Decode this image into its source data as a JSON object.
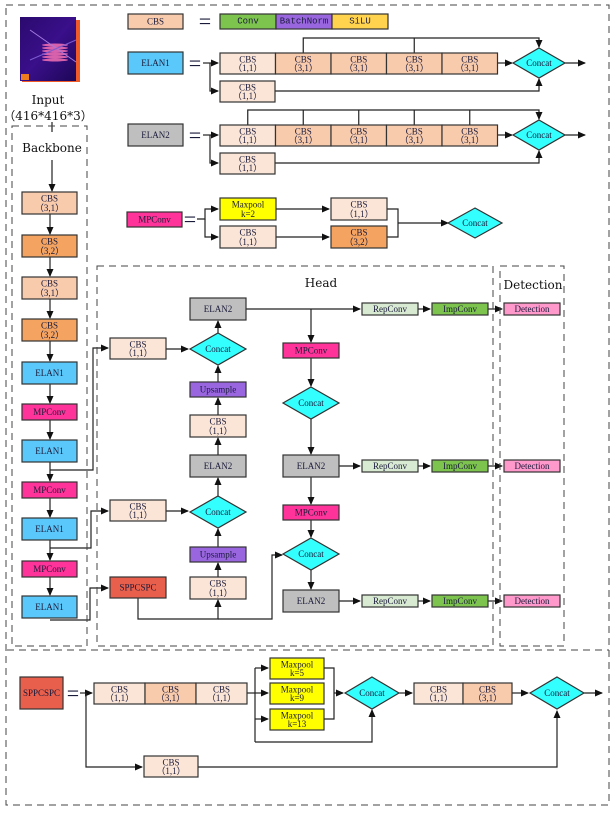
{
  "input": {
    "label": "Input",
    "shape": "（416*416*3）"
  },
  "sections": {
    "backbone": "Backbone",
    "head": "Head",
    "detection": "Detection"
  },
  "colors": {
    "cbs_light": "#fbe5d6",
    "cbs_mid": "#f8cbad",
    "cbs_orange": "#f4a460",
    "conv": "#7dc44e",
    "batchnorm": "#9966e0",
    "silu": "#ffd34d",
    "elan1": "#5ac8fa",
    "elan2": "#bfbfbf",
    "mpconv": "#ff3399",
    "maxpool": "#ffff00",
    "concat": "#33ffff",
    "upsample": "#9966e0",
    "sppcspc": "#e8604c",
    "repconv": "#d9ead3",
    "impconv": "#7dc44e",
    "detection": "#ff99cc"
  },
  "legend": {
    "cbs": {
      "label": "CBS",
      "equals": "=",
      "parts": [
        "Conv",
        "BatchNorm",
        "SiLU"
      ]
    },
    "elan1": {
      "label": "ELAN1",
      "equals": "=",
      "chain": [
        [
          "CBS",
          "（1,1）"
        ],
        [
          "CBS",
          "（3,1）"
        ],
        [
          "CBS",
          "（3,1）"
        ],
        [
          "CBS",
          "（3,1）"
        ],
        [
          "CBS",
          "（3,1）"
        ]
      ],
      "branch": [
        "CBS",
        "（1,1）"
      ],
      "concat": "Concat"
    },
    "elan2": {
      "label": "ELAN2",
      "equals": "=",
      "chain": [
        [
          "CBS",
          "（1,1）"
        ],
        [
          "CBS",
          "（3,1）"
        ],
        [
          "CBS",
          "（3,1）"
        ],
        [
          "CBS",
          "（3,1）"
        ],
        [
          "CBS",
          "（3,1）"
        ]
      ],
      "branch": [
        "CBS",
        "（1,1）"
      ],
      "concat": "Concat"
    },
    "mpconv": {
      "label": "MPConv",
      "equals": "=",
      "top": [
        "Maxpool",
        "k=2"
      ],
      "top2": [
        "CBS",
        "（1,1）"
      ],
      "bottom": [
        "CBS",
        "（1,1）"
      ],
      "bottom2": [
        "CBS",
        "（3,2）"
      ],
      "concat": "Concat"
    }
  },
  "backbone": [
    {
      "type": "cbs",
      "l1": "CBS",
      "l2": "（3,1）",
      "shade": "cbs_mid"
    },
    {
      "type": "cbs",
      "l1": "CBS",
      "l2": "（3,2）",
      "shade": "cbs_orange"
    },
    {
      "type": "cbs",
      "l1": "CBS",
      "l2": "（3,1）",
      "shade": "cbs_mid"
    },
    {
      "type": "cbs",
      "l1": "CBS",
      "l2": "（3,2）",
      "shade": "cbs_orange"
    },
    {
      "type": "elan1",
      "l1": "ELAN1"
    },
    {
      "type": "mpconv",
      "l1": "MPConv"
    },
    {
      "type": "elan1",
      "l1": "ELAN1"
    },
    {
      "type": "mpconv",
      "l1": "MPConv"
    },
    {
      "type": "elan1",
      "l1": "ELAN1"
    },
    {
      "type": "mpconv",
      "l1": "MPConv"
    },
    {
      "type": "elan1",
      "l1": "ELAN1"
    }
  ],
  "head": {
    "cbs_a": [
      "CBS",
      "（1,1）"
    ],
    "cbs_b": [
      "CBS",
      "（1,1）"
    ],
    "sppcspc": "SPPCSPC",
    "col1": {
      "elan2_top": "ELAN2",
      "concat_top": "Concat",
      "upsample_top": "Upsample",
      "cbs_top": [
        "CBS",
        "（1,1）"
      ],
      "elan2_mid": "ELAN2",
      "concat_mid": "Concat",
      "upsample_bot": "Upsample",
      "cbs_bot": [
        "CBS",
        "（1,1）"
      ]
    },
    "col2": {
      "mpconv_top": "MPConv",
      "concat_top": "Concat",
      "elan2_mid": "ELAN2",
      "mpconv_bot": "MPConv",
      "concat_bot": "Concat",
      "elan2_bot": "ELAN2"
    },
    "outputs": [
      {
        "rep": "RepConv",
        "imp": "ImpConv",
        "det": "Detection"
      },
      {
        "rep": "RepConv",
        "imp": "ImpConv",
        "det": "Detection"
      },
      {
        "rep": "RepConv",
        "imp": "ImpConv",
        "det": "Detection"
      }
    ]
  },
  "spp": {
    "label": "SPPCSPC",
    "equals": "=",
    "chain": [
      [
        "CBS",
        "（1,1）"
      ],
      [
        "CBS",
        "（3,1）"
      ],
      [
        "CBS",
        "（1,1）"
      ]
    ],
    "pools": [
      [
        "Maxpool",
        "k=5"
      ],
      [
        "Maxpool",
        "k=9"
      ],
      [
        "Maxpool",
        "k=13"
      ]
    ],
    "concat1": "Concat",
    "chain2": [
      [
        "CBS",
        "（1,1）"
      ],
      [
        "CBS",
        "（3,1）"
      ]
    ],
    "concat2": "Concat",
    "branch": [
      "CBS",
      "（1,1）"
    ]
  }
}
